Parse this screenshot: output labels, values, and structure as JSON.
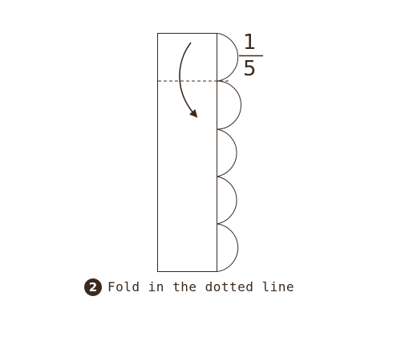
{
  "fraction": {
    "numerator": "1",
    "denominator": "5"
  },
  "step": {
    "number": "2",
    "instruction": "Fold in the dotted line"
  },
  "colors": {
    "ink": "#3b2a1e",
    "background": "#ffffff"
  },
  "icons": {
    "fold_arrow": "curved-arrow-icon"
  }
}
